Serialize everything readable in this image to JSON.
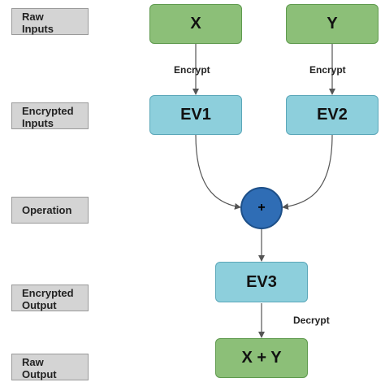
{
  "stages": {
    "raw_inputs": "Raw\nInputs",
    "encrypted_inputs": "Encrypted\nInputs",
    "operation": "Operation",
    "encrypted_output": "Encrypted\nOutput",
    "raw_output": "Raw\nOutput"
  },
  "nodes": {
    "x": "X",
    "y": "Y",
    "ev1": "EV1",
    "ev2": "EV2",
    "op": "+",
    "ev3": "EV3",
    "result": "X + Y"
  },
  "edges": {
    "encrypt_left": "Encrypt",
    "encrypt_right": "Encrypt",
    "decrypt": "Decrypt"
  },
  "colors": {
    "raw_node": "#8cbf78",
    "encrypted_node": "#8dcfdc",
    "operation_node": "#2f6db5",
    "stage_label_bg": "#d4d4d4"
  }
}
